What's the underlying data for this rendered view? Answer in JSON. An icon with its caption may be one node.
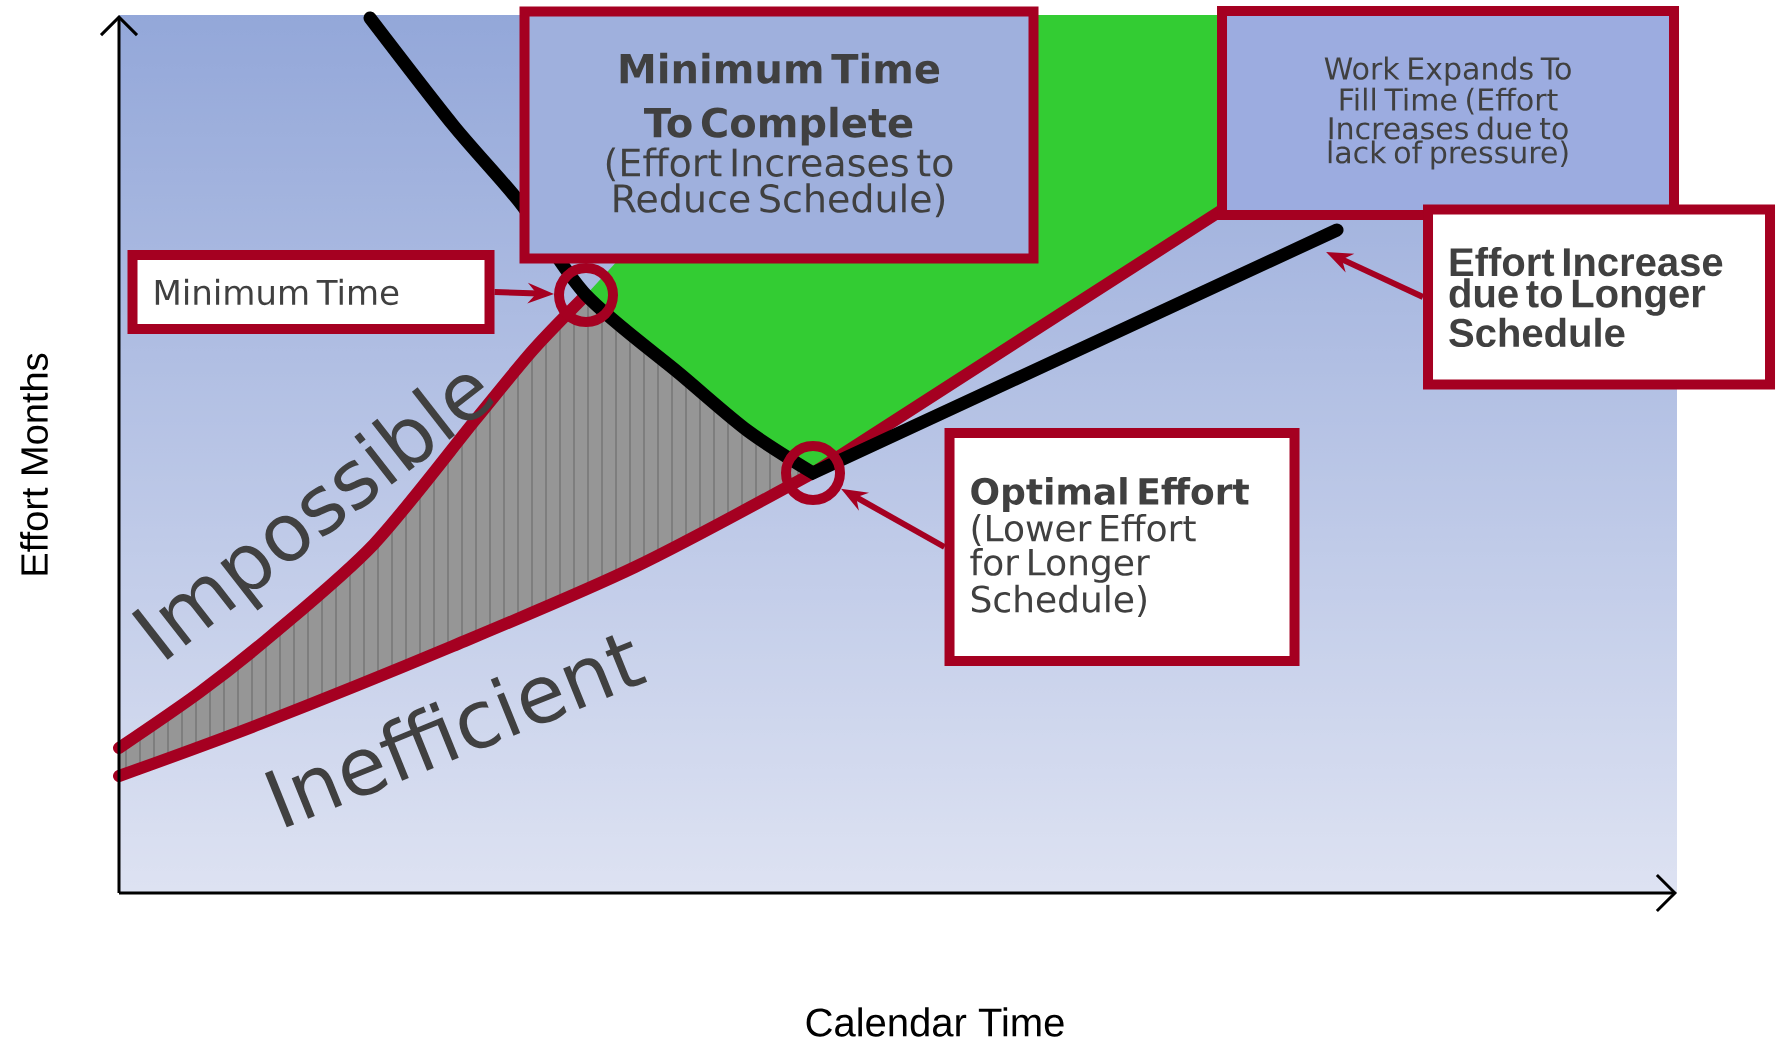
{
  "diagram": {
    "nodes": [
      {
        "text": [
          "Minimum Time To Complete",
          "(Effort Increases to Reduce Schedule)"
        ]
      },
      {
        "text": [
          "Work Expands To Fill Time (Effort Increases due to lack of pressure)"
        ]
      },
      {
        "text": [
          "Minimum Time"
        ]
      },
      {
        "text": [],
        "shape": "circle"
      },
      {
        "text": [
          "Effort Increase due to Longer Schedule"
        ]
      },
      {
        "text": [],
        "shape": "circle"
      },
      {
        "text": [
          "Optimal Effort",
          "(Lower Effort for Longer Schedule)"
        ]
      }
    ],
    "edges": [
      {
        "from": 2,
        "to": 3,
        "arrow": "to"
      },
      {
        "from": 6,
        "to": 5,
        "arrow": "to"
      },
      {
        "from": 4,
        "to": null,
        "arrow": "to"
      }
    ],
    "labels": [
      "Impossible",
      "Inefficient",
      "Effort Months",
      "Calendar Time"
    ]
  }
}
